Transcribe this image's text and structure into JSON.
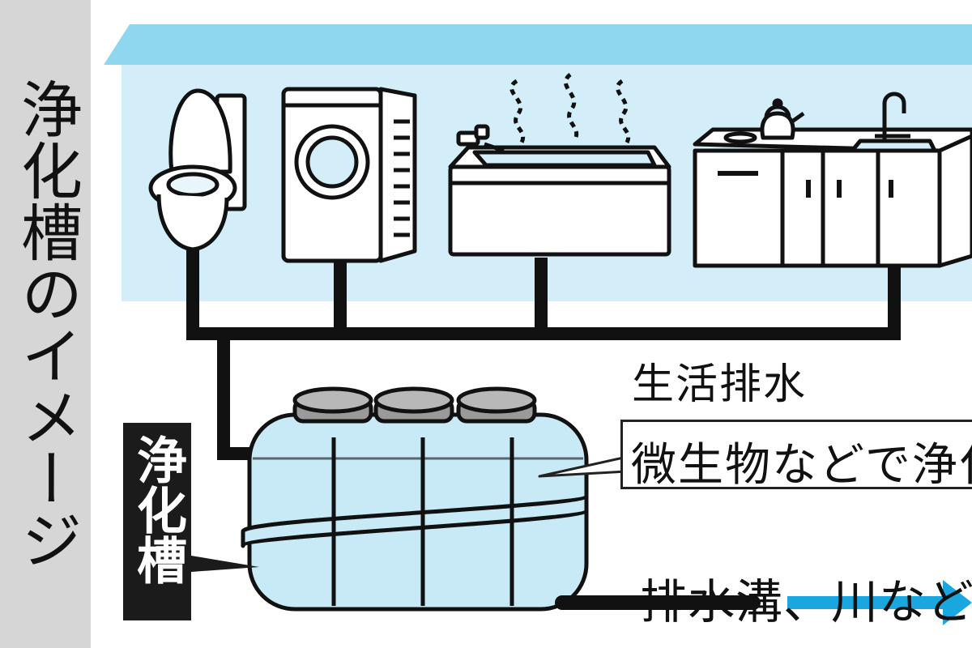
{
  "title": "浄化槽のイメージ",
  "tank_label": "浄化槽",
  "waste_label": "生活排水",
  "callout_label": "微生物などで浄化",
  "drain_label": "排水溝、川などへ",
  "colors": {
    "house_wall": "#d3eef8",
    "roof": "#8fd7ee",
    "tank": "#c8e9f6",
    "arrow": "#1aa7e0",
    "pipe": "#111111",
    "title_panel": "#d6d6d6"
  },
  "fixtures": [
    {
      "name": "toilet",
      "icon": "toilet-icon"
    },
    {
      "name": "washing machine",
      "icon": "washing-machine-icon"
    },
    {
      "name": "bathtub",
      "icon": "bathtub-icon"
    },
    {
      "name": "kitchen",
      "icon": "kitchen-icon"
    }
  ]
}
